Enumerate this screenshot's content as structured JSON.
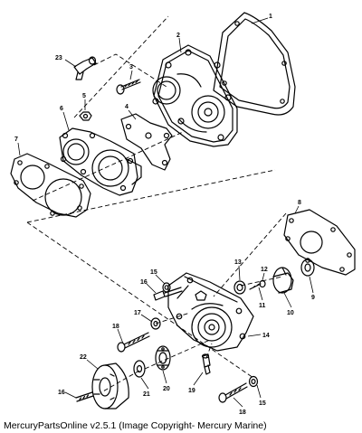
{
  "callouts": {
    "c1": "1",
    "c2": "2",
    "c3": "3",
    "c4": "4",
    "c5": "5",
    "c6": "6",
    "c7": "7",
    "c8": "8",
    "c9": "9",
    "c10": "10",
    "c11": "11",
    "c12": "12",
    "c13": "13",
    "c14": "14",
    "c15a": "15",
    "c15b": "15",
    "c16a": "16",
    "c16b": "16",
    "c17": "17",
    "c18a": "18",
    "c18b": "18",
    "c19": "19",
    "c20": "20",
    "c21": "21",
    "c22": "22",
    "c23": "23"
  },
  "caption": "MercuryPartsOnline v2.5.1 (Image Copyright- Mercury Marine)"
}
